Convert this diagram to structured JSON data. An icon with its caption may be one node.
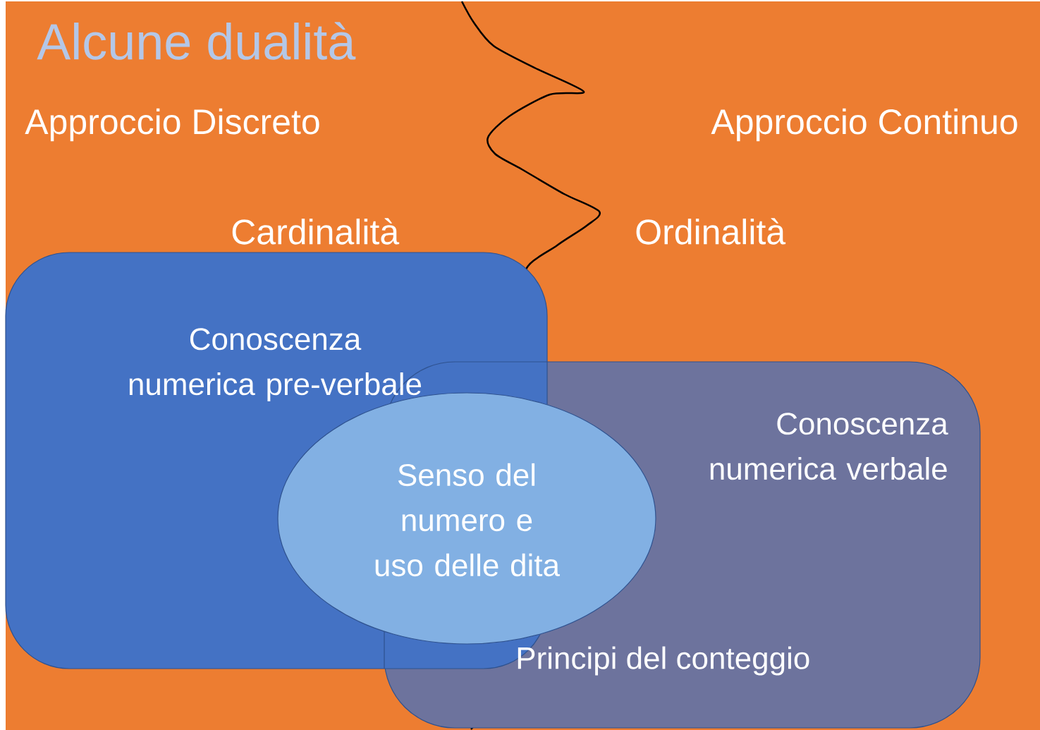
{
  "diagram": {
    "title": "Alcune dualità",
    "nodes": [
      {
        "text": [
          "Conoscenza numerica pre-verbale"
        ]
      },
      {
        "text": [
          "Conoscenza numerica verbale",
          "Principi del conteggio"
        ]
      },
      {
        "text": [
          "Senso del numero e uso delle dita"
        ]
      }
    ],
    "labels": [
      "Approccio Discreto",
      "Approccio Continuo",
      "Cardinalità",
      "Ordinalità"
    ]
  }
}
